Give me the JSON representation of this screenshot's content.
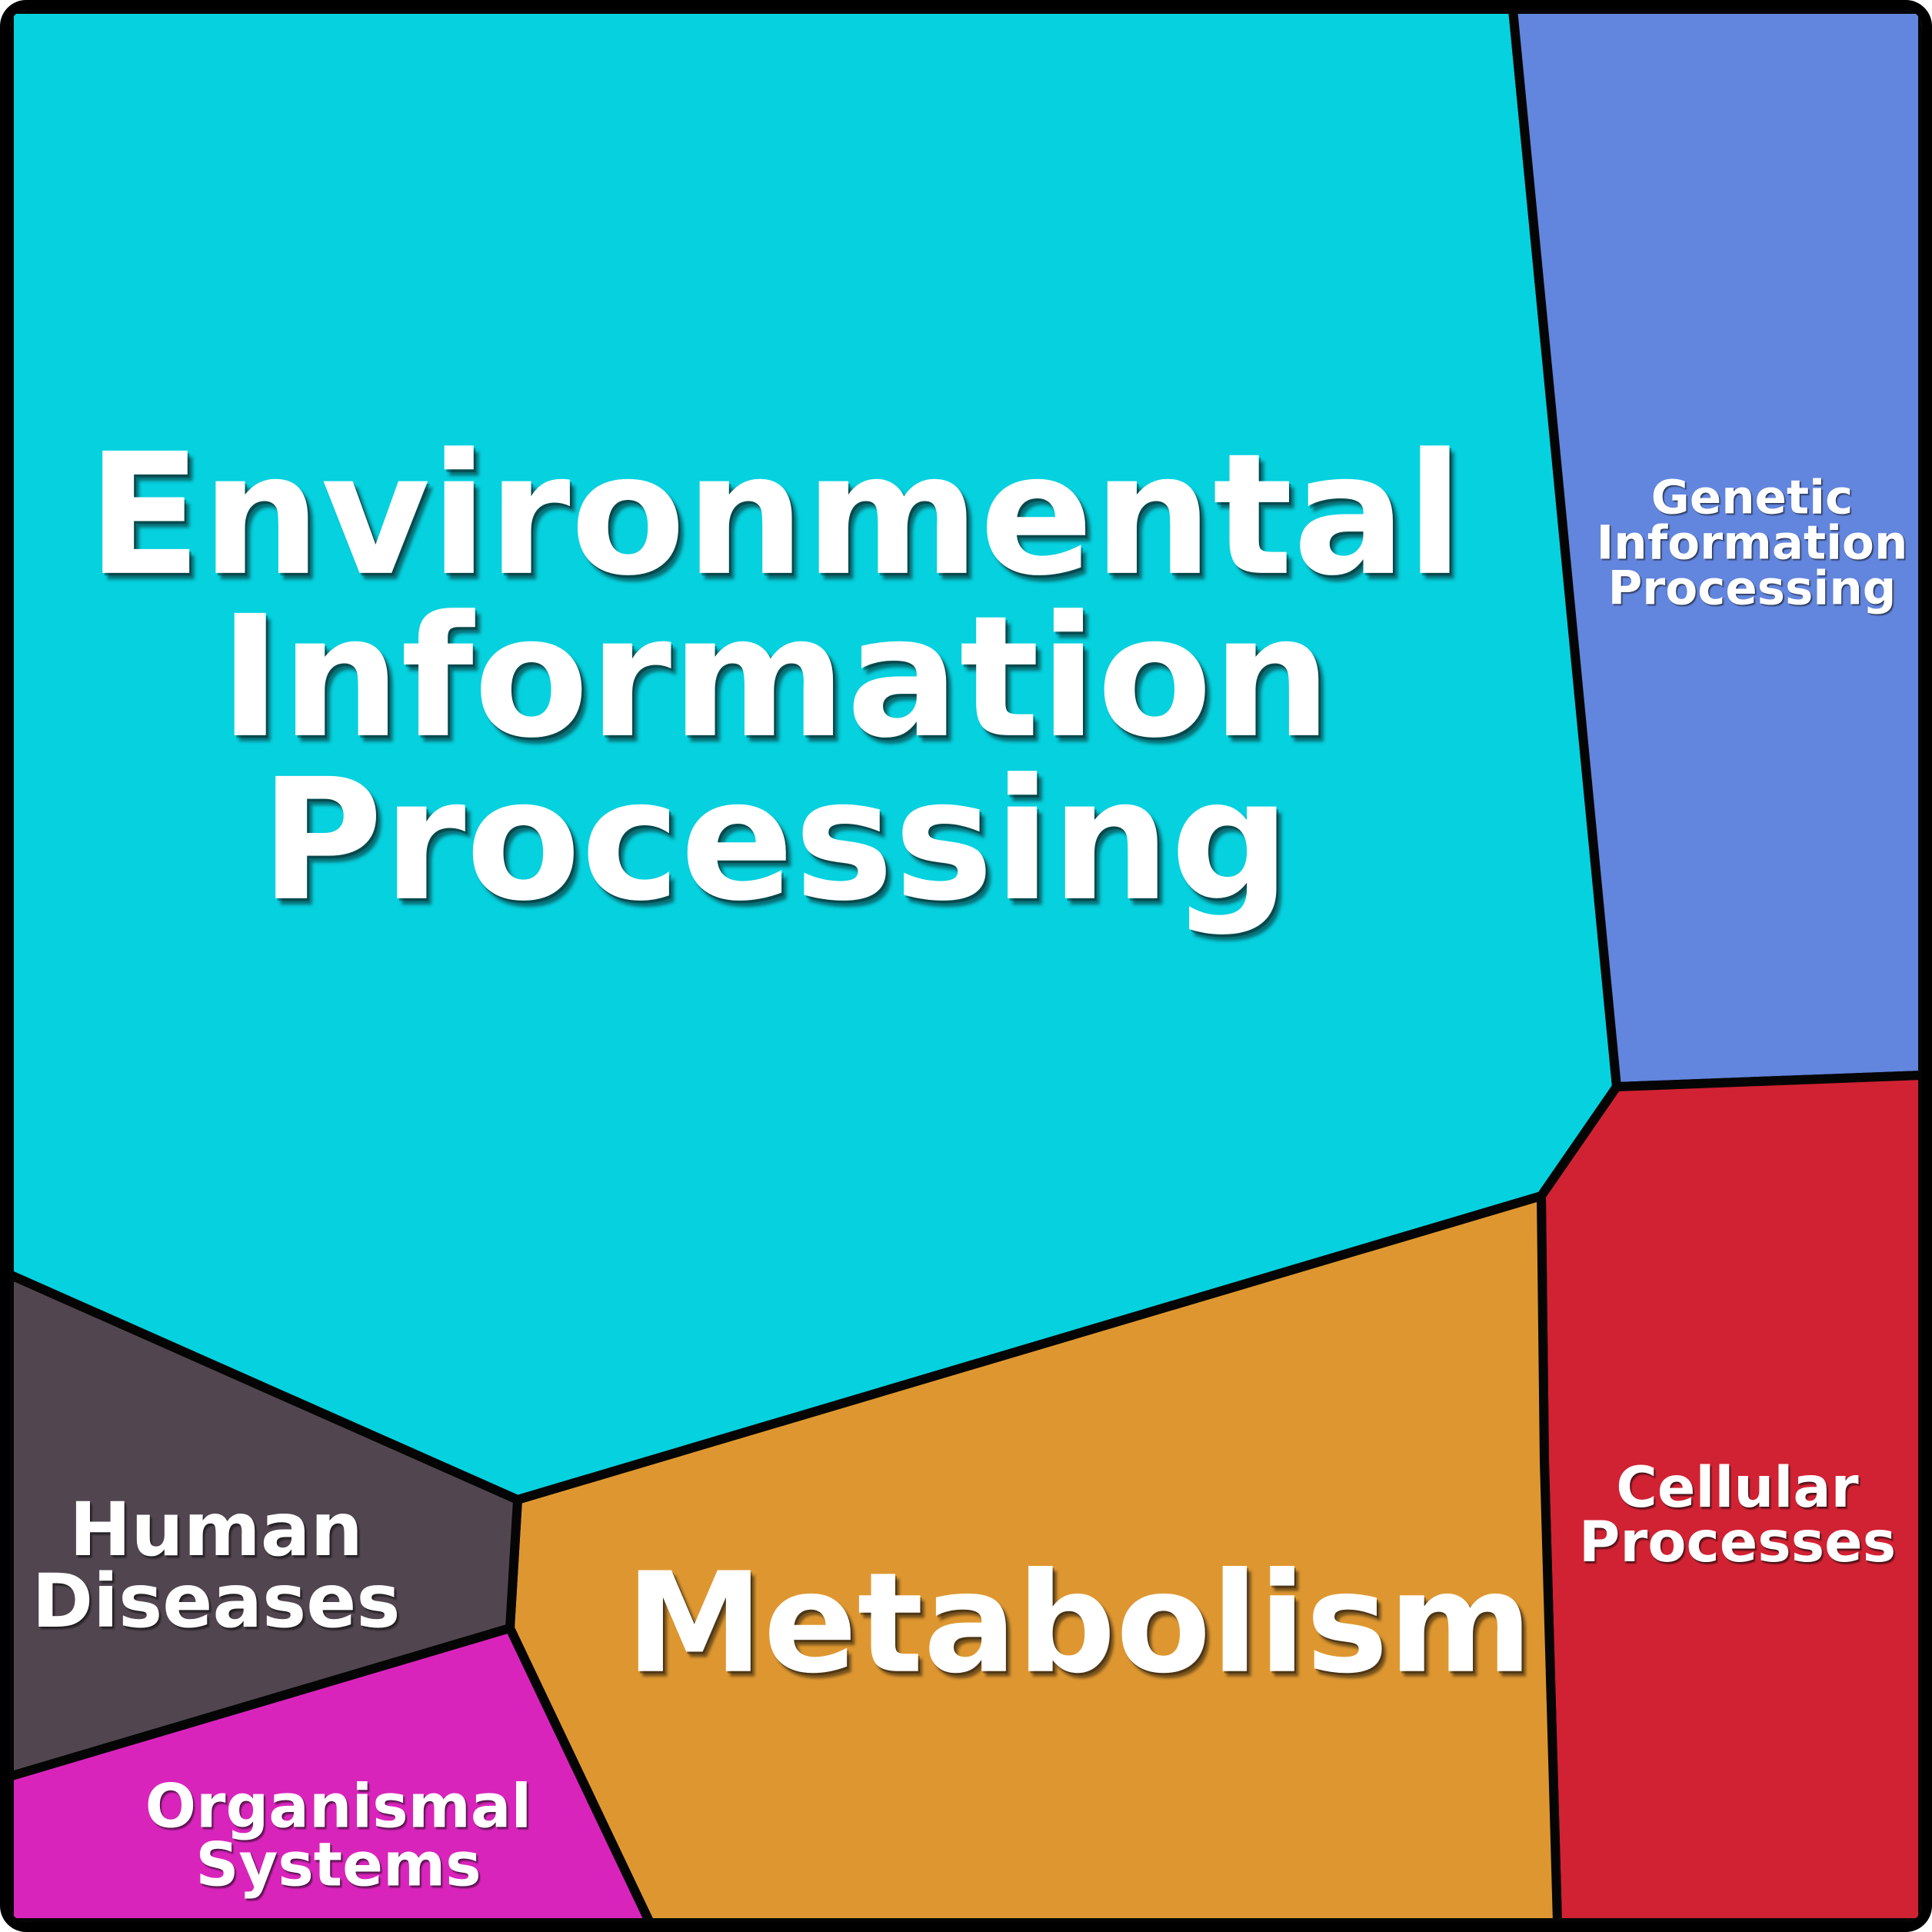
{
  "figure": {
    "background_color": "#ffffff",
    "frame_color": "#000000",
    "border_color": "#050505",
    "label_text_color": "#ffffff"
  },
  "chart_data": {
    "type": "treemap",
    "variant": "voronoi-treemap",
    "title": "",
    "legend": "none",
    "area_encoding": "region area = relative share (percent estimated from pixels)",
    "regions": [
      {
        "name": "Environmental Information Processing",
        "label_lines": [
          "Environmental",
          "Information",
          "Processing"
        ],
        "color": "#06D1DE",
        "area_pct_est": 57.6
      },
      {
        "name": "Genetic Information Processing",
        "label_lines": [
          "Genetic",
          "Information",
          "Processing"
        ],
        "color": "#6285DD",
        "area_pct_est": 10.4
      },
      {
        "name": "Cellular Processes",
        "label_lines": [
          "Cellular",
          "Processes"
        ],
        "color": "#D12233",
        "area_pct_est": 8.4
      },
      {
        "name": "Metabolism",
        "label_lines": [
          "Metabolism"
        ],
        "color": "#DE9730",
        "area_pct_est": 15.8
      },
      {
        "name": "Human Diseases",
        "label_lines": [
          "Human",
          "Diseases"
        ],
        "color": "#514650",
        "area_pct_est": 4.4
      },
      {
        "name": "Organismal Systems",
        "label_lines": [
          "Organismal",
          "Systems"
        ],
        "color": "#D924BC",
        "area_pct_est": 3.5
      }
    ]
  }
}
